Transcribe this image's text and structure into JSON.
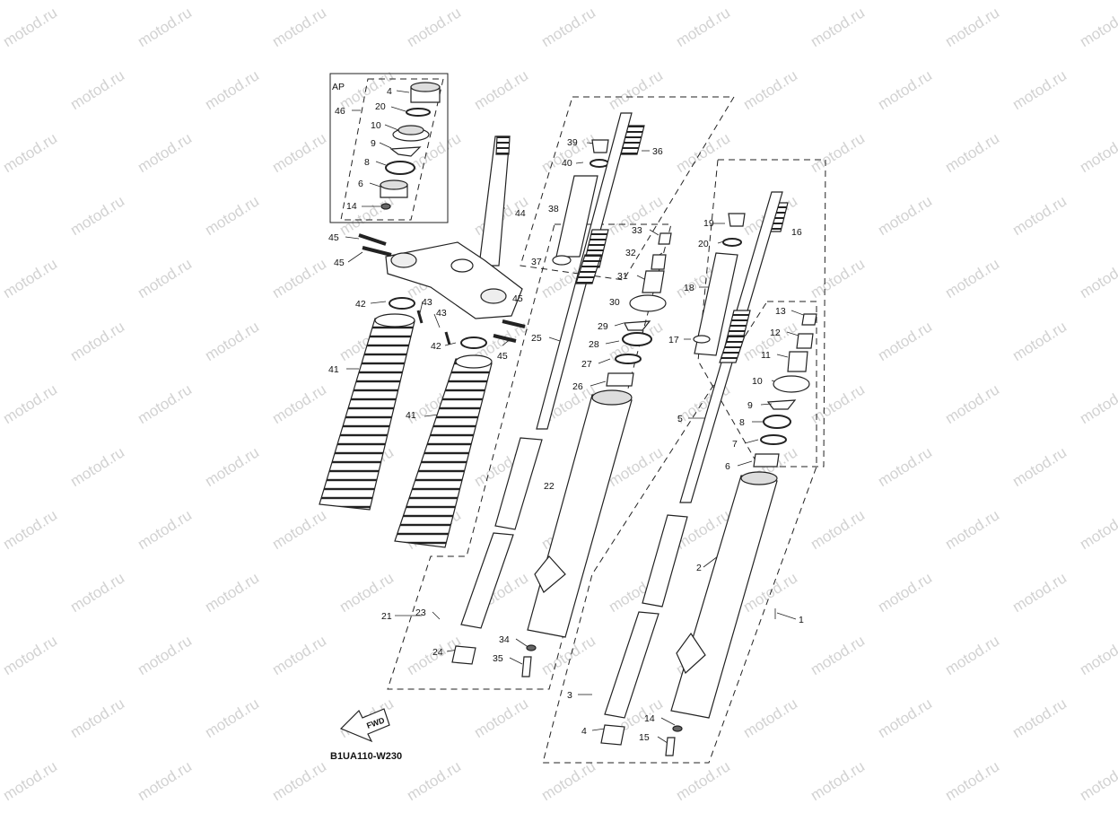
{
  "watermark": "motod.ru",
  "diagram_code": "B1UA110-W230",
  "fwd_label": "FWD",
  "inset_label": "AP",
  "callouts": {
    "c1": "1",
    "c2": "2",
    "c3": "3",
    "c4": "4",
    "c4b": "4",
    "c5": "5",
    "c6": "6",
    "c6b": "6",
    "c7": "7",
    "c8": "8",
    "c8b": "8",
    "c9": "9",
    "c9b": "9",
    "c10": "10",
    "c10b": "10",
    "c11": "11",
    "c12": "12",
    "c13": "13",
    "c14": "14",
    "c14b": "14",
    "c15": "15",
    "c16": "16",
    "c17": "17",
    "c18": "18",
    "c19": "19",
    "c20": "20",
    "c20b": "20",
    "c21": "21",
    "c22": "22",
    "c23": "23",
    "c24": "24",
    "c25": "25",
    "c26": "26",
    "c27": "27",
    "c28": "28",
    "c29": "29",
    "c30": "30",
    "c31": "31",
    "c32": "32",
    "c33": "33",
    "c34": "34",
    "c35": "35",
    "c36": "36",
    "c37": "37",
    "c38": "38",
    "c39": "39",
    "c40": "40",
    "c41": "41",
    "c41b": "41",
    "c42": "42",
    "c42b": "42",
    "c43": "43",
    "c43b": "43",
    "c44": "44",
    "c45a": "45",
    "c45b": "45",
    "c45c": "45",
    "c45d": "45",
    "c46": "46"
  }
}
